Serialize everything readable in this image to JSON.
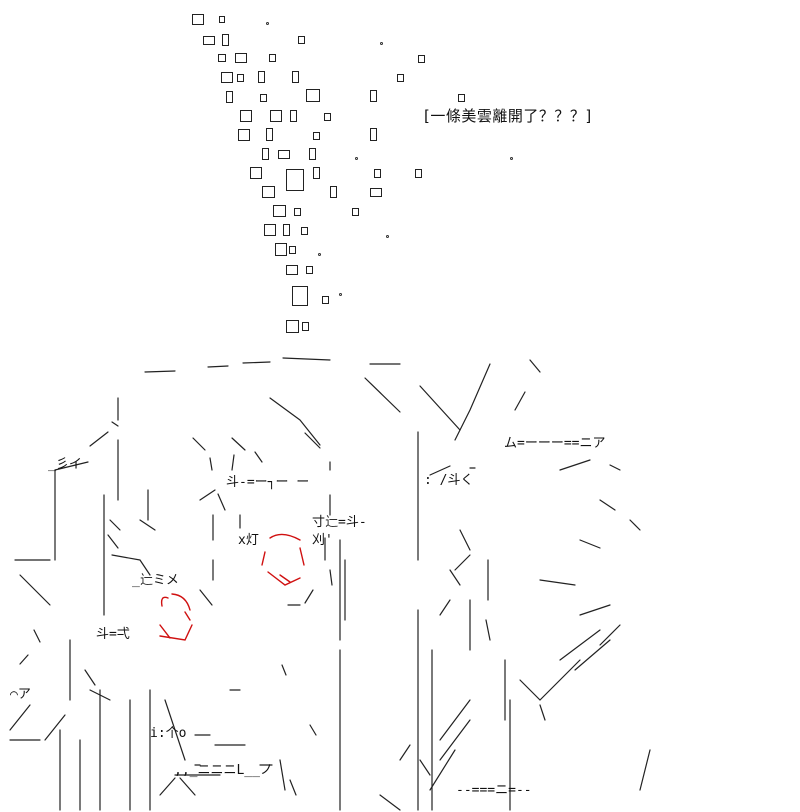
{
  "caption": "[一條美雲離開了？？？]",
  "art_labels": {
    "kanji_row_left": "_彡イ",
    "kanji_face_top": "斗-=ー┐ー ー",
    "kanji_face_mid": "x灯",
    "kanji_face_right": "寸辷=斗-",
    "kanji_face_right_low": "刈'",
    "kanji_eye_left": "_辷ミメ",
    "kanji_mouth_left": "斗=弌",
    "kanji_right_top": "ム=ーーー==ニア",
    "kanji_right_mid": ": /斗く",
    "kanji_hand": "i:个o",
    "kanji_bottom": ",,_ニニニL__ノ",
    "kanji_bottom_left": "⌒ア",
    "kanji_bottom_right": "--===ニ=--"
  },
  "colors": {
    "ink": "#222222",
    "accent_red": "#d01010",
    "background": "#ffffff"
  }
}
